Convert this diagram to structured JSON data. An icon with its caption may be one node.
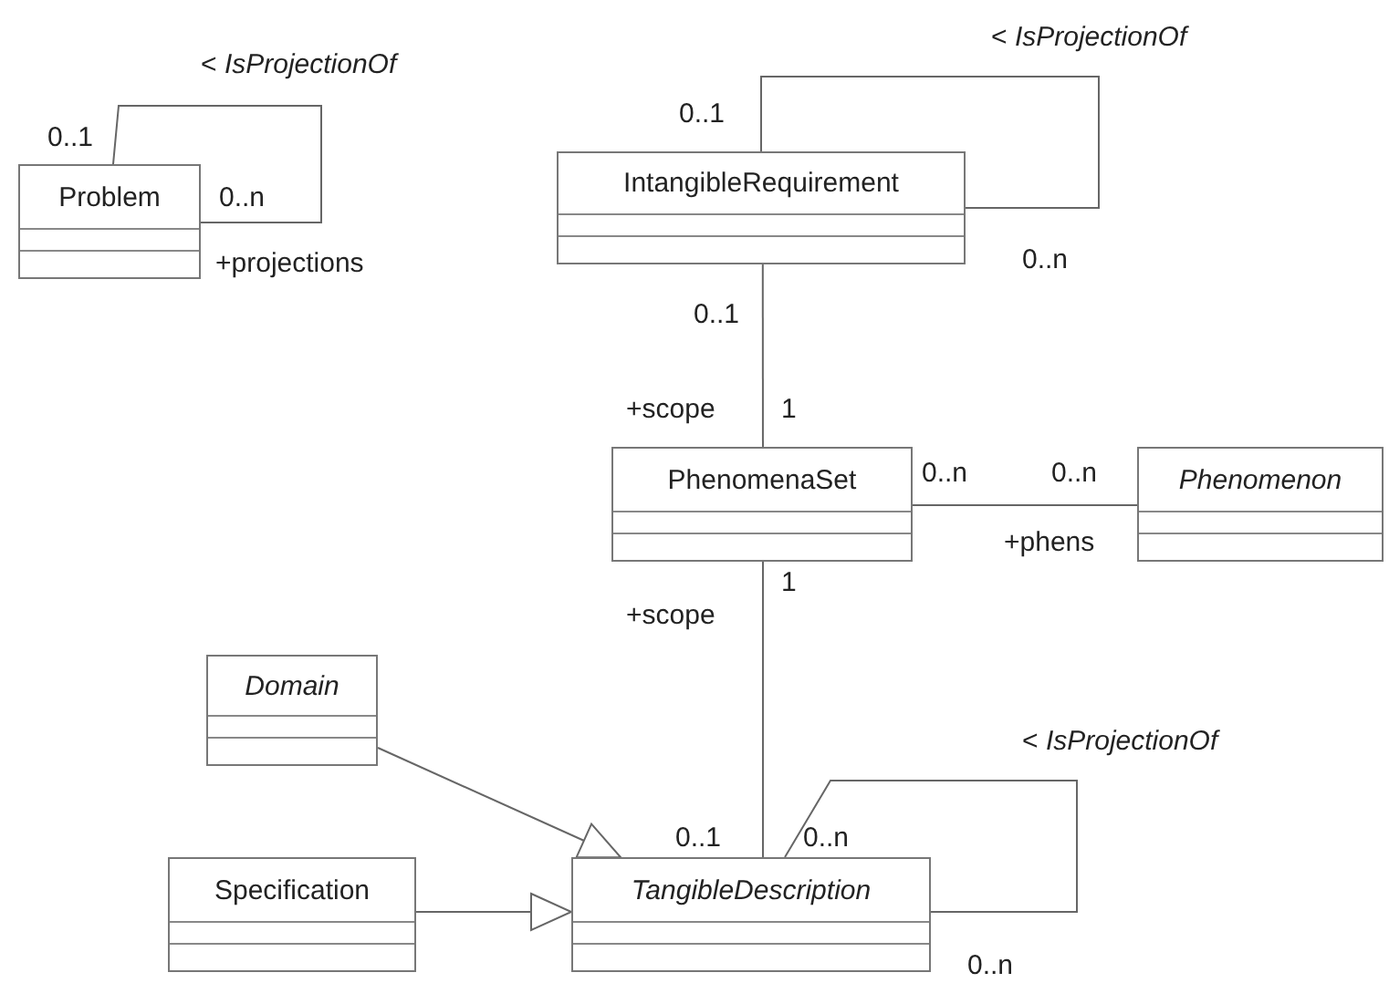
{
  "diagram": {
    "nodes": [
      {
        "text": [
          "Problem"
        ]
      },
      {
        "text": [
          "IntangibleRequirement"
        ]
      },
      {
        "text": [
          "PhenomenaSet"
        ]
      },
      {
        "text": [
          "Phenomenon"
        ]
      },
      {
        "text": [
          "Domain"
        ]
      },
      {
        "text": [
          "Specification"
        ]
      },
      {
        "text": [
          "TangibleDescription"
        ]
      }
    ],
    "edges": [
      {
        "from": 0,
        "to": 0,
        "arrow": "none",
        "label": "< *IsProjectionOf*"
      },
      {
        "from": 1,
        "to": 1,
        "arrow": "none",
        "label": "< *IsProjectionOf*"
      },
      {
        "from": 1,
        "to": 2,
        "arrow": "none"
      },
      {
        "from": 2,
        "to": 3,
        "arrow": "none"
      },
      {
        "from": 2,
        "to": 6,
        "arrow": "none"
      },
      {
        "from": 4,
        "to": 6,
        "arrow": "to"
      },
      {
        "from": 5,
        "to": 6,
        "arrow": "to"
      },
      {
        "from": 6,
        "to": 6,
        "arrow": "none",
        "label": "< *IsProjectionOf*"
      }
    ],
    "labels": [
      "0..1",
      "0..n",
      "+projections",
      "0..1",
      "0..n",
      "0..1",
      "+scope",
      "1",
      "0..n",
      "0..n",
      "+phens",
      "1",
      "+scope",
      "0..1",
      "0..n",
      "0..n"
    ]
  }
}
